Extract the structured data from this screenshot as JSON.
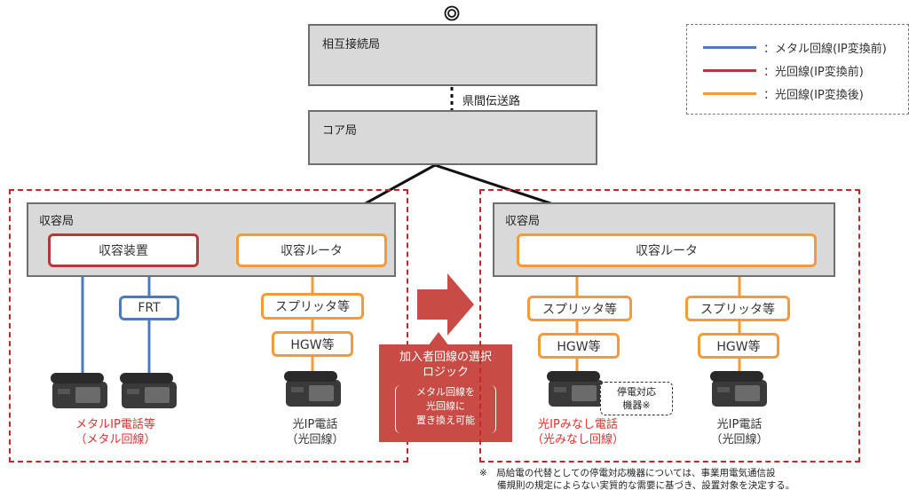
{
  "top_station": "相互接続局",
  "link_label": "県間伝送路",
  "core_station": "コア局",
  "legend": {
    "items": [
      {
        "label": "：メタル回線(IP変換前)",
        "color": "#4b7bbf"
      },
      {
        "label": "：光回線(IP変換前)",
        "color": "#b5393a"
      },
      {
        "label": "：光回線(IP変換後)",
        "color": "#f39a3a"
      }
    ]
  },
  "left": {
    "station": "収容局",
    "device": "収容装置",
    "router": "収容ルータ",
    "frt": "FRT",
    "splitter": "スプリッタ等",
    "hgw": "HGW等",
    "metal_caption_1": "メタルIP電話等",
    "metal_caption_2": "（メタル回線）",
    "optical_caption_1": "光IP電話",
    "optical_caption_2": "（光回線）"
  },
  "arrow_box": {
    "title_1": "加入者回線の選択",
    "title_2": "ロジック",
    "note_1": "メタル回線を",
    "note_2": "光回線に",
    "note_3": "置き換え可能"
  },
  "right": {
    "station": "収容局",
    "router": "収容ルータ",
    "splitter_a": "スプリッタ等",
    "splitter_b": "スプリッタ等",
    "hgw_a": "HGW等",
    "hgw_b": "HGW等",
    "backup_1": "停電対応",
    "backup_2": "機器※",
    "deemed_caption_1": "光IPみなし電話",
    "deemed_caption_2": "（光みなし回線）",
    "optical_caption_1": "光IP電話",
    "optical_caption_2": "（光回線）"
  },
  "footnote_1": "※　局給電の代替としての停電対応機器については、事業用電気通信設",
  "footnote_2": "備規則の規定によらない実質的な需要に基づき、設置対象を決定する。",
  "icons": [
    "double-circle-icon",
    "phone-icon",
    "right-arrow-icon"
  ]
}
